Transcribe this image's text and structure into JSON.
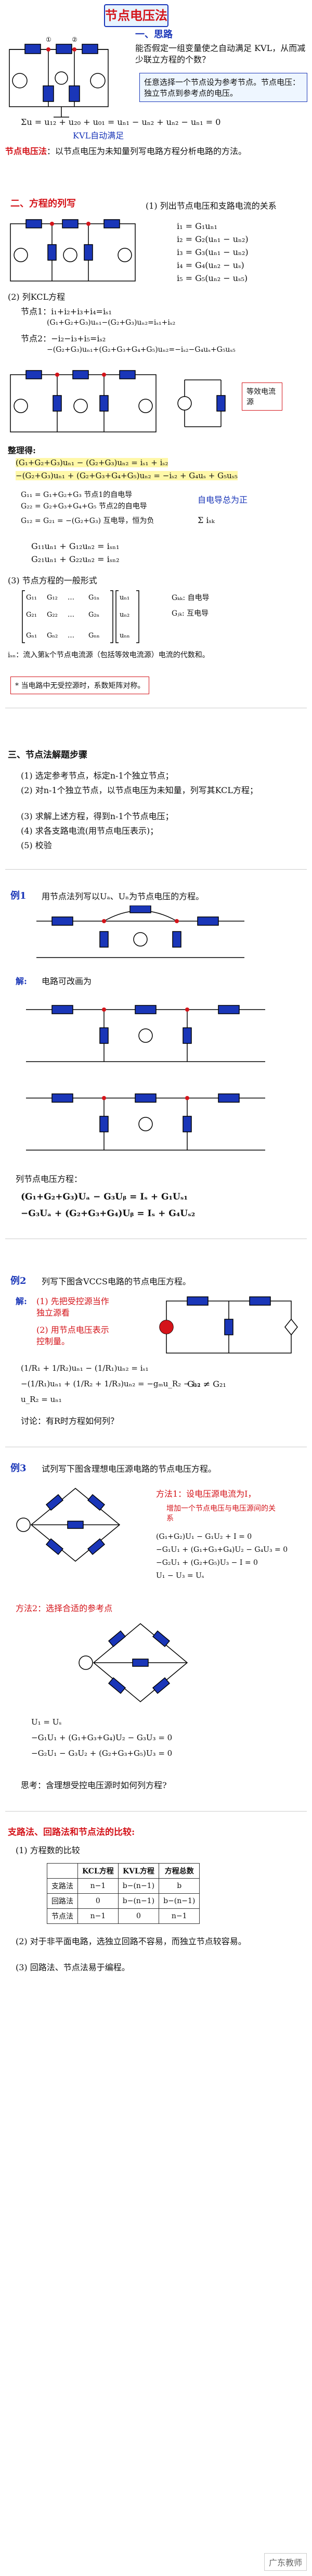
{
  "header": {
    "title": "节点电压法",
    "idea_title": "一、思路",
    "idea_text": "能否假定一组变量使之自动满足 KVL，从而减少联立方程的个数？",
    "boxed_text": "任意选择一个节点设为参考节点。节点电压：独立节点到参考点的电压。",
    "kvl_formula": "Σu = u₁₂ + u₂₀ + u₀₁ = uₙ₁ − uₙ₂ + uₙ₂ − uₙ₁ = 0",
    "kvl_auto": "KVL自动满足",
    "method_label": "节点电压法",
    "method_desc": "：以节点电压为未知量列写电路方程分析电路的方法。"
  },
  "sec2": {
    "title": "二、方程的列写",
    "step1": "(1) 列出节点电压和支路电流的关系",
    "step2": "(2) 列KCL方程",
    "n1_label": "节点1：",
    "n1_eq": "i₁+i₂+i₃+i₄=iₛ₁",
    "n1_exp": "(G₁+G₂+G₃)uₙ₁−(G₂+G₃)uₙ₂=iₛ₁+iₛ₂",
    "n2_label": "节点2：",
    "n2_eq": "−i₂−i₃+i₅=iₛ₂",
    "n2_exp": "−(G₂+G₃)uₙ₁+(G₂+G₃+G₄+G₅)uₙ₂=−iₛ₂−G₄uₛ+G₅uₛ₅",
    "rel1": "i₁ = G₁uₙ₁",
    "rel2": "i₂ = G₂(uₙ₁ − uₙ₂)",
    "rel3": "i₃ = G₃(uₙ₁ − uₙ₂)",
    "rel4": "i₄ = G₄(uₙ₂ − uₛ)",
    "rel5": "i₅ = G₅(uₙ₂ − uₛ₅)",
    "sorted_title": "整理得:",
    "sorted_eq1": "(G₁+G₂+G₃)uₙ₁ − (G₂+G₃)uₙ₂ = iₛ₁ + iₛ₂",
    "sorted_eq2": "−(G₂+G₃)uₙ₁ + (G₂+G₃+G₄+G₅)uₙ₂ = −iₛ₂ + G₄uₛ + G₅uₛ₅",
    "equiv_label": "等效电流源",
    "g11_label": "G₁₁ = G₁+G₂+G₃",
    "g11_desc": "节点1的自电导",
    "g22_label": "G₂₂ = G₂+G₃+G₄+G₅",
    "g22_desc": "节点2的自电导",
    "self_text": "自电导总为正",
    "g12_label": "G₁₂ = G₂₁ = −(G₂+G₃)",
    "g12_desc": "互电导，恒为负",
    "is_sum": "Σ iₛₖ",
    "std_eq1": "G₁₁uₙ₁ + G₁₂uₙ₂ = iₛₙ₁",
    "std_eq2": "G₂₁uₙ₁ + G₂₂uₙ₂ = iₛₙ₂",
    "step3": "(3) 节点方程的一般形式",
    "gkk_desc": "Gₖₖ: 自电导",
    "gjk_desc": "Gⱼₖ: 互电导",
    "isn_desc": "iₛₙ：流入第k个节点电流源（包括等效电流源）电流的代数和。",
    "note": "* 当电路中无受控源时，系数矩阵对称。"
  },
  "sec3": {
    "title": "三、节点法解题步骤",
    "s1": "(1) 选定参考节点，标定n-1个独立节点；",
    "s2": "(2) 对n-1个独立节点，以节点电压为未知量，列写其KCL方程；",
    "s3": "(3) 求解上述方程，得到n-1个节点电压；",
    "s4": "(4) 求各支路电流(用节点电压表示)；",
    "s5": "(5) 校验"
  },
  "ex1": {
    "label": "例1",
    "text": "用节点法列写以Uₐ、Uₙ为节点电压的方程。",
    "sol": "解:",
    "sol_text": "电路可改画为",
    "eq_title": "列节点电压方程：",
    "eq1": "(G₁+G₂+G₃)Uₐ − G₃Uᵦ = Iₛ + G₁Uₛ₁",
    "eq2": "−G₃Uₐ + (G₂+G₃+G₄)Uᵦ = Iₛ + G₄Uₛ₂"
  },
  "ex2": {
    "label": "例2",
    "text": "列写下图含VCCS电路的节点电压方程。",
    "sol": "解:",
    "s1": "(1) 先把受控源当作独立源看",
    "s2": "(2) 用节点电压表示控制量。",
    "eqA": "(1/R₁ + 1/R₂)uₙ₁ − (1/R₁)uₙ₂ = iₛ₁",
    "eqB": "−(1/R₁)uₙ₁ + (1/R₂ + 1/R₃)uₙ₂ = −gₘu_R₂ − iₛ₁",
    "eqC": "u_R₂ = uₙ₁",
    "asym": "G₁₂ ≠ G₂₁",
    "discuss": "讨论：有R时方程如何列？"
  },
  "ex3": {
    "label": "例3",
    "text": "试列写下图含理想电压源电路的节点电压方程。",
    "m1_title": "方法1：设电压源电流为I，",
    "m1_desc": "增加一个节点电压与电压源间的关系",
    "m1_eq1": "(G₁+G₂)U₁ − G₁U₂ + I = 0",
    "m1_eq2": "−G₁U₁ + (G₁+G₃+G₄)U₂ − G₄U₃ = 0",
    "m1_eq3": "−G₂U₁ + (G₂+G₅)U₃ − I = 0",
    "m1_eq4": "U₁ − U₃ = Uₛ",
    "m2_title": "方法2：选择合适的参考点",
    "m2_eq1": "U₁ = Uₛ",
    "m2_eq2": "−G₁U₁ + (G₁+G₃+G₄)U₂ − G₃U₃ = 0",
    "m2_eq3": "−G₂U₁ − G₃U₂ + (G₂+G₃+G₅)U₃ = 0",
    "think": "思考：含理想受控电压源时如何列方程?"
  },
  "cmp": {
    "title": "支路法、回路法和节点法的比较:",
    "sub1": "(1) 方程数的比较",
    "headers": [
      "",
      "KCL方程",
      "KVL方程",
      "方程总数"
    ],
    "rows": [
      [
        "支路法",
        "n−1",
        "b−(n−1)",
        "b"
      ],
      [
        "回路法",
        "0",
        "b−(n−1)",
        "b−(n−1)"
      ],
      [
        "节点法",
        "n−1",
        "0",
        "n−1"
      ]
    ],
    "sub2": "(2) 对于非平面电路，选独立回路不容易，而独立节点较容易。",
    "sub3": "(3) 回路法、节点法易于编程。"
  },
  "watermark": "广东教师"
}
